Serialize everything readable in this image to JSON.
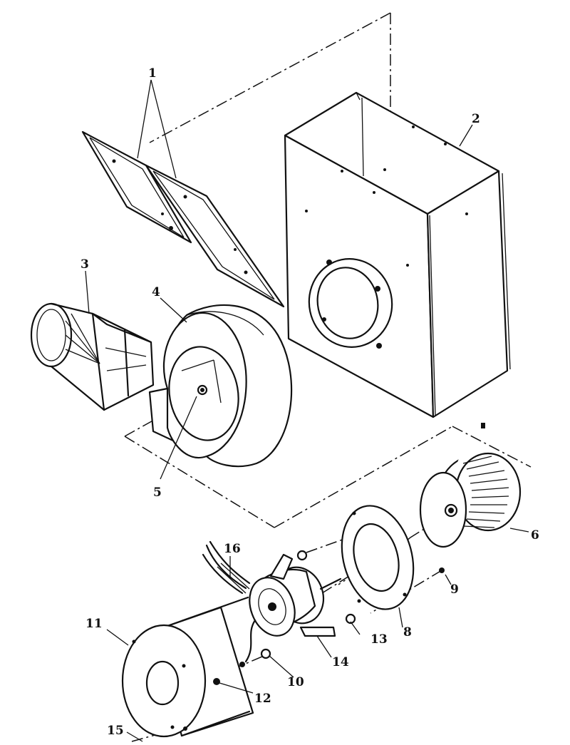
{
  "callouts": {
    "c1": "1",
    "c2": "2",
    "c3": "3",
    "c4": "4",
    "c5": "5",
    "c6": "6",
    "c8": "8",
    "c9": "9",
    "c10": "10",
    "c11": "11",
    "c12": "12",
    "c13": "13",
    "c14": "14",
    "c15": "15",
    "c16": "16"
  }
}
